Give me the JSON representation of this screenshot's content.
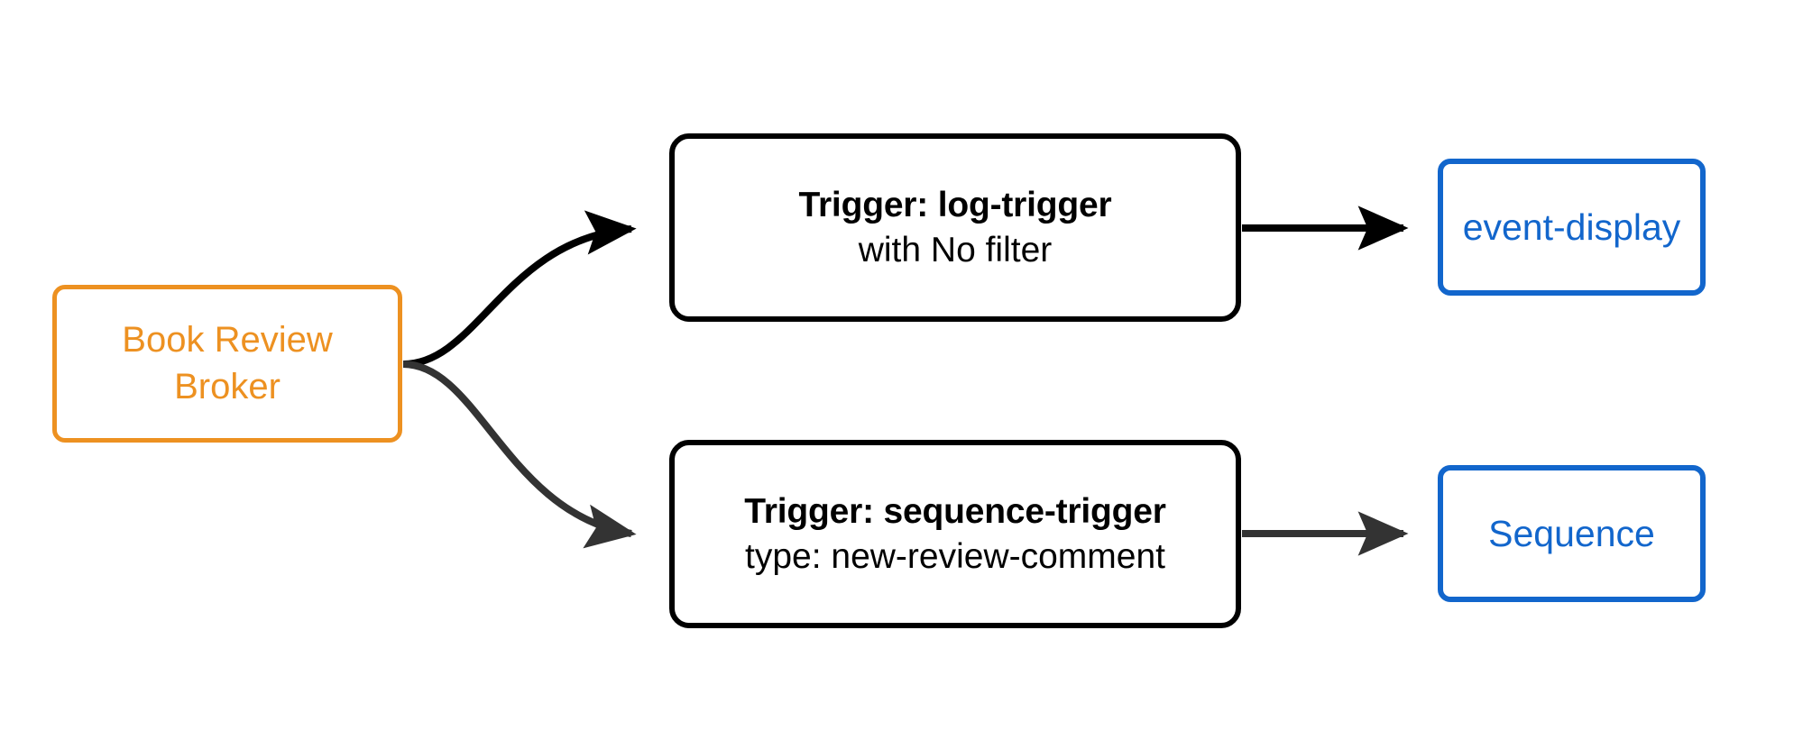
{
  "diagram": {
    "title": "Book Review Broker trigger routing",
    "background": "#ffffff",
    "colors": {
      "broker_accent": "#ed9121",
      "trigger_stroke": "#000000",
      "sink_accent": "#1266cc",
      "edge_primary": "#000000",
      "edge_secondary": "#333333"
    },
    "nodes": {
      "broker": {
        "label_line1": "Book Review",
        "label_line2": "Broker",
        "shape": "rounded-rect",
        "color": "#ed9121"
      },
      "trigger_log": {
        "title": "Trigger: log-trigger",
        "subtitle": "with No filter",
        "shape": "rounded-rect",
        "color": "#000000"
      },
      "trigger_sequence": {
        "title": "Trigger: sequence-trigger",
        "subtitle": "type: new-review-comment",
        "shape": "rounded-rect",
        "color": "#000000"
      },
      "sink_event_display": {
        "label": "event-display",
        "shape": "rounded-rect",
        "color": "#1266cc"
      },
      "sink_sequence": {
        "label": "Sequence",
        "shape": "rounded-rect",
        "color": "#1266cc"
      }
    },
    "edges": [
      {
        "from": "broker",
        "to": "trigger_log",
        "style": "curved",
        "color": "#000000",
        "arrow": "filled"
      },
      {
        "from": "broker",
        "to": "trigger_sequence",
        "style": "curved",
        "color": "#333333",
        "arrow": "filled"
      },
      {
        "from": "trigger_log",
        "to": "sink_event_display",
        "style": "straight",
        "color": "#000000",
        "arrow": "filled"
      },
      {
        "from": "trigger_sequence",
        "to": "sink_sequence",
        "style": "straight",
        "color": "#333333",
        "arrow": "filled"
      }
    ]
  }
}
